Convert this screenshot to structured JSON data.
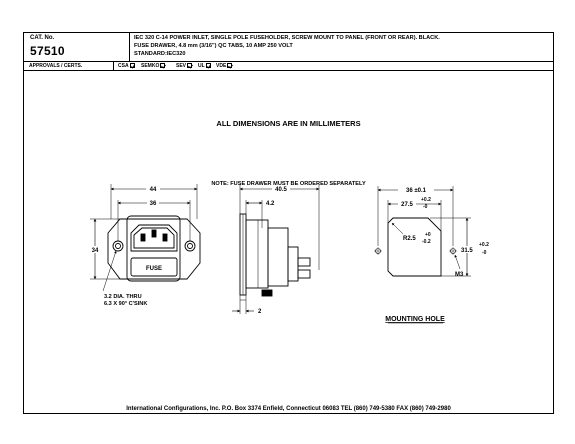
{
  "header": {
    "cat_label": "CAT. No.",
    "cat_number": "57510",
    "description_lines": [
      "IEC 320 C-14 POWER INLET, SINGLE POLE FUSEHOLDER, SCREW MOUNT TO PANEL (FRONT OR REAR). BLACK.",
      "FUSE DRAWER, 4.8 mm (3/16\") QC TABS, 10 AMP 250 VOLT",
      "STANDARD:IEC320"
    ]
  },
  "approvals": {
    "label": "APPROVALS / CERTS.",
    "items": [
      "CSA",
      "SEMKO",
      "SEV",
      "UL",
      "VDE"
    ]
  },
  "drawing": {
    "units_title": "ALL DIMENSIONS ARE IN MILLIMETERS",
    "note": "NOTE: FUSE DRAWER MUST BE ORDERED SEPARATELY",
    "front_view": {
      "dim_overall_width": "44",
      "dim_hole_spacing": "36",
      "dim_height": "34",
      "fuse_label": "FUSE",
      "hole_callout_1": "3.2 DIA. THRU",
      "hole_callout_2": "6.3 X 90° C'SINK"
    },
    "side_view": {
      "dim_depth": "40.5",
      "dim_flange": "4.2",
      "dim_panel": "2"
    },
    "mounting_hole": {
      "dim_width": "36 ±0.1",
      "dim_cutout_width": "27.5",
      "tol_width_plus": "+0.2",
      "tol_width_minus": "-0",
      "dim_radius": "R2.5",
      "tol_radius_plus": "+0",
      "tol_radius_minus": "-0.2",
      "dim_height": "31.5",
      "tol_height_plus": "+0.2",
      "tol_height_minus": "-0",
      "thread": "M3",
      "label": "MOUNTING HOLE"
    }
  },
  "footer": "International Configurations, Inc.  P.O. Box 3374  Enfield, Connecticut 06083 TEL (860) 749-5380  FAX (860) 749-2980"
}
